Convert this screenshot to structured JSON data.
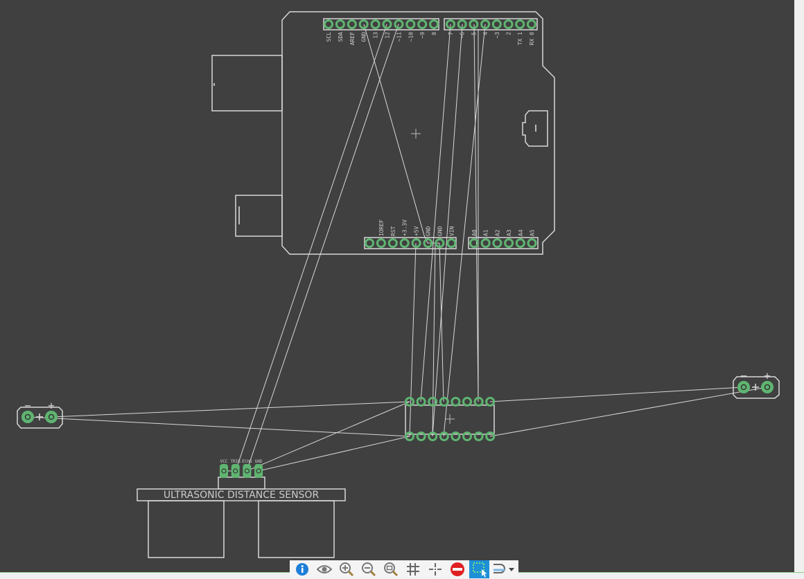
{
  "arduino": {
    "top_left_header": [
      "SCL",
      "SDA",
      "AREF",
      "GND",
      "13",
      "12",
      "~11",
      "~10",
      "~9",
      "8"
    ],
    "top_right_header": [
      "7",
      "~6",
      "~5",
      "4",
      "~3",
      "2",
      "TX 1",
      "RX 0"
    ],
    "power_header": [
      "",
      "IOREF",
      "RST",
      "+3.3V",
      "+5V",
      "GND",
      "GND",
      "VIN"
    ],
    "analog_header": [
      "A0",
      "A1",
      "A2",
      "A3",
      "A4",
      "A5"
    ]
  },
  "sensor": {
    "label": "ULTRASONIC DISTANCE SENSOR",
    "pins": [
      "VCC",
      "TRIG",
      "ECHO",
      "GND"
    ]
  },
  "battery_left": {
    "minus": "−",
    "plus": "+"
  },
  "battery_right": {
    "minus": "−",
    "plus": "+"
  },
  "colors": {
    "pad": "#5fb571",
    "trace": "#d8d8d8",
    "background": "#404040",
    "active_tool": "#1e90d8"
  },
  "toolbar": [
    {
      "icon": "info-icon"
    },
    {
      "icon": "eye-icon"
    },
    {
      "icon": "zoom-in-icon"
    },
    {
      "icon": "zoom-out-icon"
    },
    {
      "icon": "zoom-fit-icon"
    },
    {
      "icon": "grid-icon"
    },
    {
      "icon": "crosshair-icon"
    },
    {
      "icon": "stop-icon"
    },
    {
      "icon": "select-icon",
      "active": true
    },
    {
      "icon": "route-icon"
    }
  ]
}
